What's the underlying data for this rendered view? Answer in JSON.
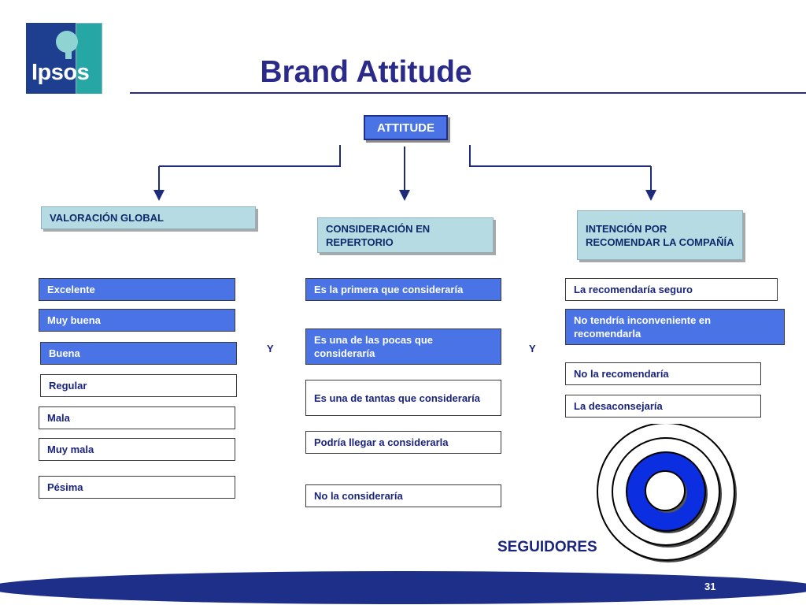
{
  "logo": {
    "text": "Ipsos"
  },
  "title": "Brand Attitude",
  "root": {
    "label": "ATTITUDE"
  },
  "categories": [
    {
      "label": "VALORACIÓN GLOBAL"
    },
    {
      "label": "CONSIDERACIÓN EN REPERTORIO"
    },
    {
      "label": "INTENCIÓN POR RECOMENDAR LA COMPAÑÍA"
    }
  ],
  "col1": [
    "Excelente",
    "Muy buena",
    "Buena",
    "Regular",
    "Mala",
    "Muy mala",
    "Pésima"
  ],
  "col2": [
    "Es la primera que consideraría",
    "Es una de las pocas que consideraría",
    "Es una de tantas que consideraría",
    "Podría llegar a considerarla",
    "No la consideraría"
  ],
  "col3": [
    "La recomendaría seguro",
    "No tendría inconveniente en recomendarla",
    "No la recomendaría",
    "La desaconsejaría"
  ],
  "connector": "Y",
  "target_label": "SEGUIDORES",
  "page_number": "31",
  "colors": {
    "accent_blue": "#4a74e6",
    "title_blue": "#2a2a8a",
    "teal": "#b6dbe3",
    "footer": "#1e2f8a"
  }
}
